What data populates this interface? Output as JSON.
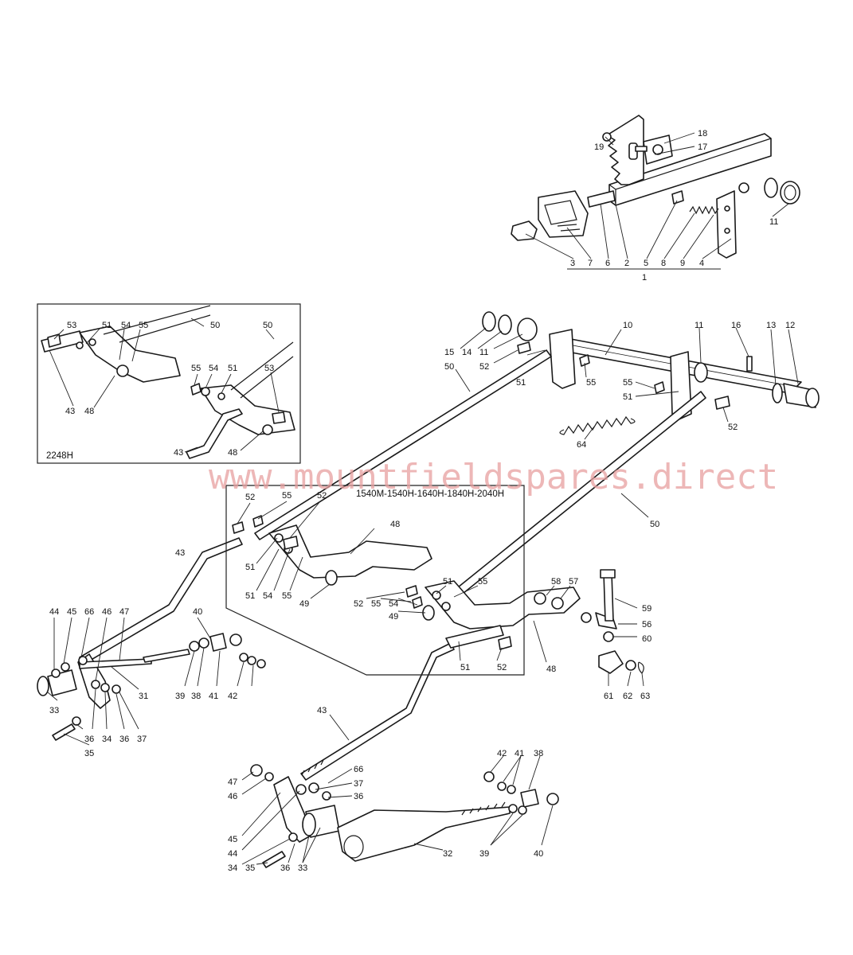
{
  "watermark": "www.mountfieldspares.direct",
  "inset_top_left": {
    "title": "2248H"
  },
  "inset_center": {
    "title": "1540M-1540H-1640H-1840H-2040H"
  },
  "labels": {
    "p1": "1",
    "p2": "2",
    "p3": "3",
    "p4": "4",
    "p5": "5",
    "p6": "6",
    "p7": "7",
    "p8": "8",
    "p9": "9",
    "p10": "10",
    "p11": "11",
    "p12": "12",
    "p13": "13",
    "p14": "14",
    "p15": "15",
    "p16": "16",
    "p17": "17",
    "p18": "18",
    "p19": "19",
    "p31": "31",
    "p32": "32",
    "p33": "33",
    "p34": "34",
    "p35": "35",
    "p36": "36",
    "p37": "37",
    "p38": "38",
    "p39": "39",
    "p40": "40",
    "p41": "41",
    "p42": "42",
    "p43": "43",
    "p44": "44",
    "p45": "45",
    "p46": "46",
    "p47": "47",
    "p48": "48",
    "p49": "49",
    "p50": "50",
    "p51": "51",
    "p52": "52",
    "p53": "53",
    "p54": "54",
    "p55": "55",
    "p56": "56",
    "p57": "57",
    "p58": "58",
    "p59": "59",
    "p60": "60",
    "p61": "61",
    "p62": "62",
    "p63": "63",
    "p64": "64",
    "p66": "66"
  }
}
